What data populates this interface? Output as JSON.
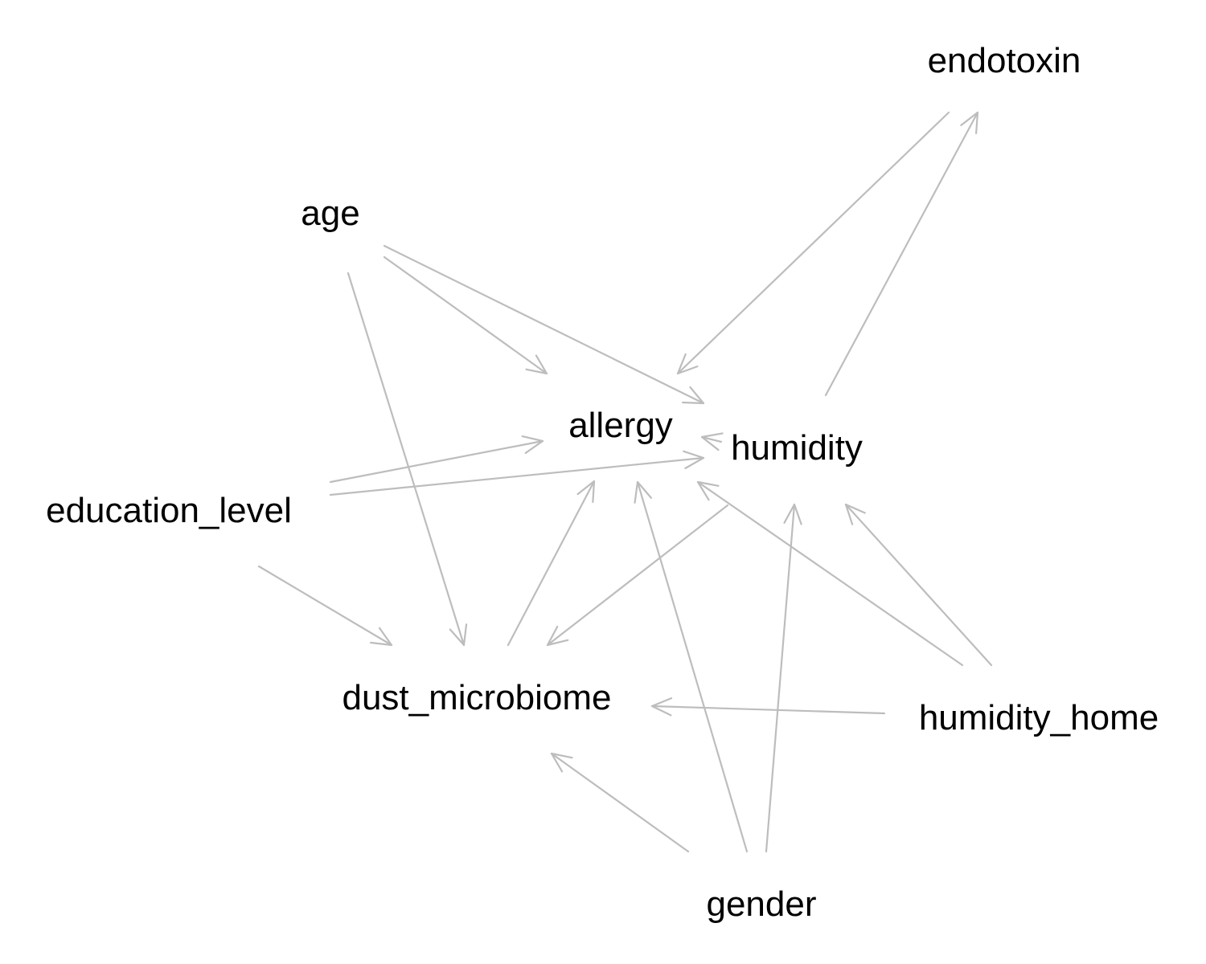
{
  "edge_color": "#bdbdbd",
  "text_color": "#000000",
  "nodes": {
    "endotoxin": "endotoxin",
    "age": "age",
    "allergy": "allergy",
    "humidity": "humidity",
    "education_level": "education_level",
    "dust_microbiome": "dust_microbiome",
    "humidity_home": "humidity_home",
    "gender": "gender"
  },
  "edges": [
    {
      "from": "age",
      "to": "allergy"
    },
    {
      "from": "age",
      "to": "humidity"
    },
    {
      "from": "age",
      "to": "dust_microbiome"
    },
    {
      "from": "endotoxin",
      "to": "allergy"
    },
    {
      "from": "humidity",
      "to": "endotoxin"
    },
    {
      "from": "humidity",
      "to": "allergy"
    },
    {
      "from": "humidity",
      "to": "dust_microbiome"
    },
    {
      "from": "education_level",
      "to": "allergy"
    },
    {
      "from": "education_level",
      "to": "humidity"
    },
    {
      "from": "education_level",
      "to": "dust_microbiome"
    },
    {
      "from": "dust_microbiome",
      "to": "allergy"
    },
    {
      "from": "humidity_home",
      "to": "humidity"
    },
    {
      "from": "humidity_home",
      "to": "humidity"
    },
    {
      "from": "humidity_home",
      "to": "dust_microbiome"
    },
    {
      "from": "gender",
      "to": "dust_microbiome"
    },
    {
      "from": "gender",
      "to": "allergy"
    },
    {
      "from": "gender",
      "to": "humidity"
    }
  ]
}
